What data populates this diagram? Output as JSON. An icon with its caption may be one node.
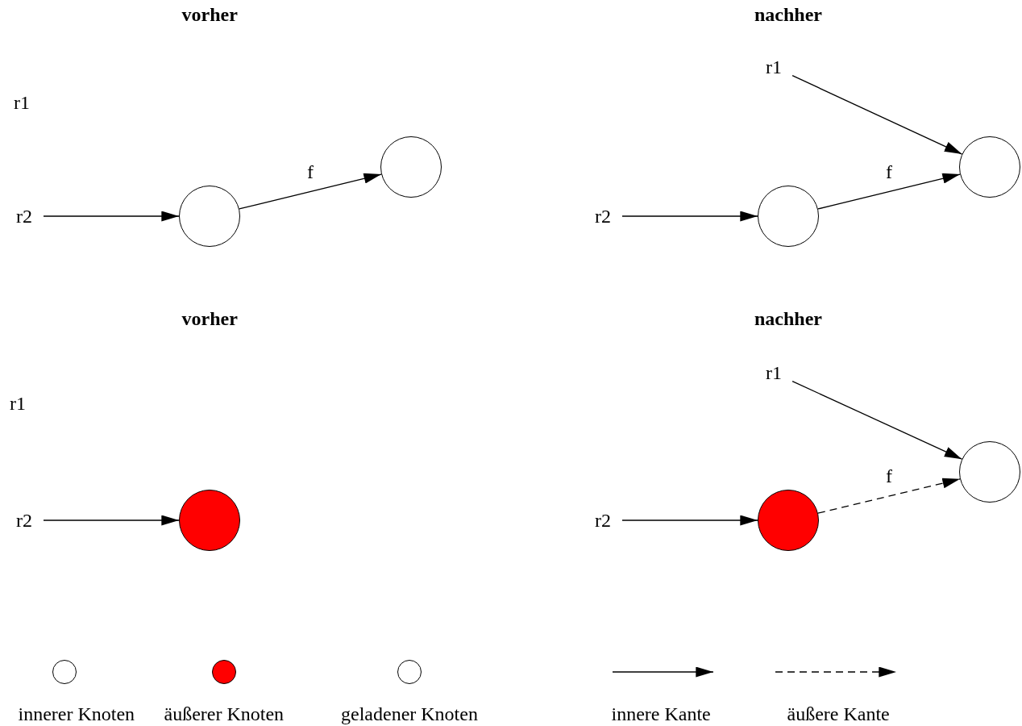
{
  "diagram": {
    "nodes": [
      {
        "text": [
          "r1"
        ]
      },
      {
        "text": [
          "r2"
        ]
      },
      {
        "text": [],
        "shape": "circle"
      },
      {
        "text": [],
        "shape": "circle"
      },
      {
        "text": [
          "r1"
        ]
      },
      {
        "text": [
          "r2"
        ]
      },
      {
        "text": [],
        "shape": "circle"
      },
      {
        "text": [],
        "shape": "circle"
      },
      {
        "text": [
          "r1"
        ]
      },
      {
        "text": [
          "r2"
        ]
      },
      {
        "text": [],
        "shape": "circle"
      },
      {
        "text": [
          "r1"
        ]
      },
      {
        "text": [
          "r2"
        ]
      },
      {
        "text": [],
        "shape": "circle"
      },
      {
        "text": [],
        "shape": "circle"
      }
    ],
    "edges": [
      {
        "from": 1,
        "to": 2,
        "arrow": "to"
      },
      {
        "from": 2,
        "to": 3,
        "arrow": "to",
        "label": "f"
      },
      {
        "from": 4,
        "to": 7,
        "arrow": "to"
      },
      {
        "from": 5,
        "to": 6,
        "arrow": "to"
      },
      {
        "from": 6,
        "to": 7,
        "arrow": "to",
        "label": "f"
      },
      {
        "from": 9,
        "to": 10,
        "arrow": "to"
      },
      {
        "from": 11,
        "to": 14,
        "arrow": "to"
      },
      {
        "from": 12,
        "to": 13,
        "arrow": "to"
      },
      {
        "from": 13,
        "to": 14,
        "arrow": "to",
        "label": "f",
        "style": "dashed"
      }
    ],
    "labels": [
      "vorher",
      "nachher",
      "vorher",
      "nachher"
    ],
    "legend": [
      {
        "text": "innerer Knoten",
        "color": "#ffffff"
      },
      {
        "text": "äußerer Knoten",
        "color": "#ff0000"
      },
      {
        "text": "geladener Knoten",
        "color": "#ffffff"
      },
      {
        "text": "innere Kante"
      },
      {
        "text": "äußere Kante"
      }
    ]
  }
}
